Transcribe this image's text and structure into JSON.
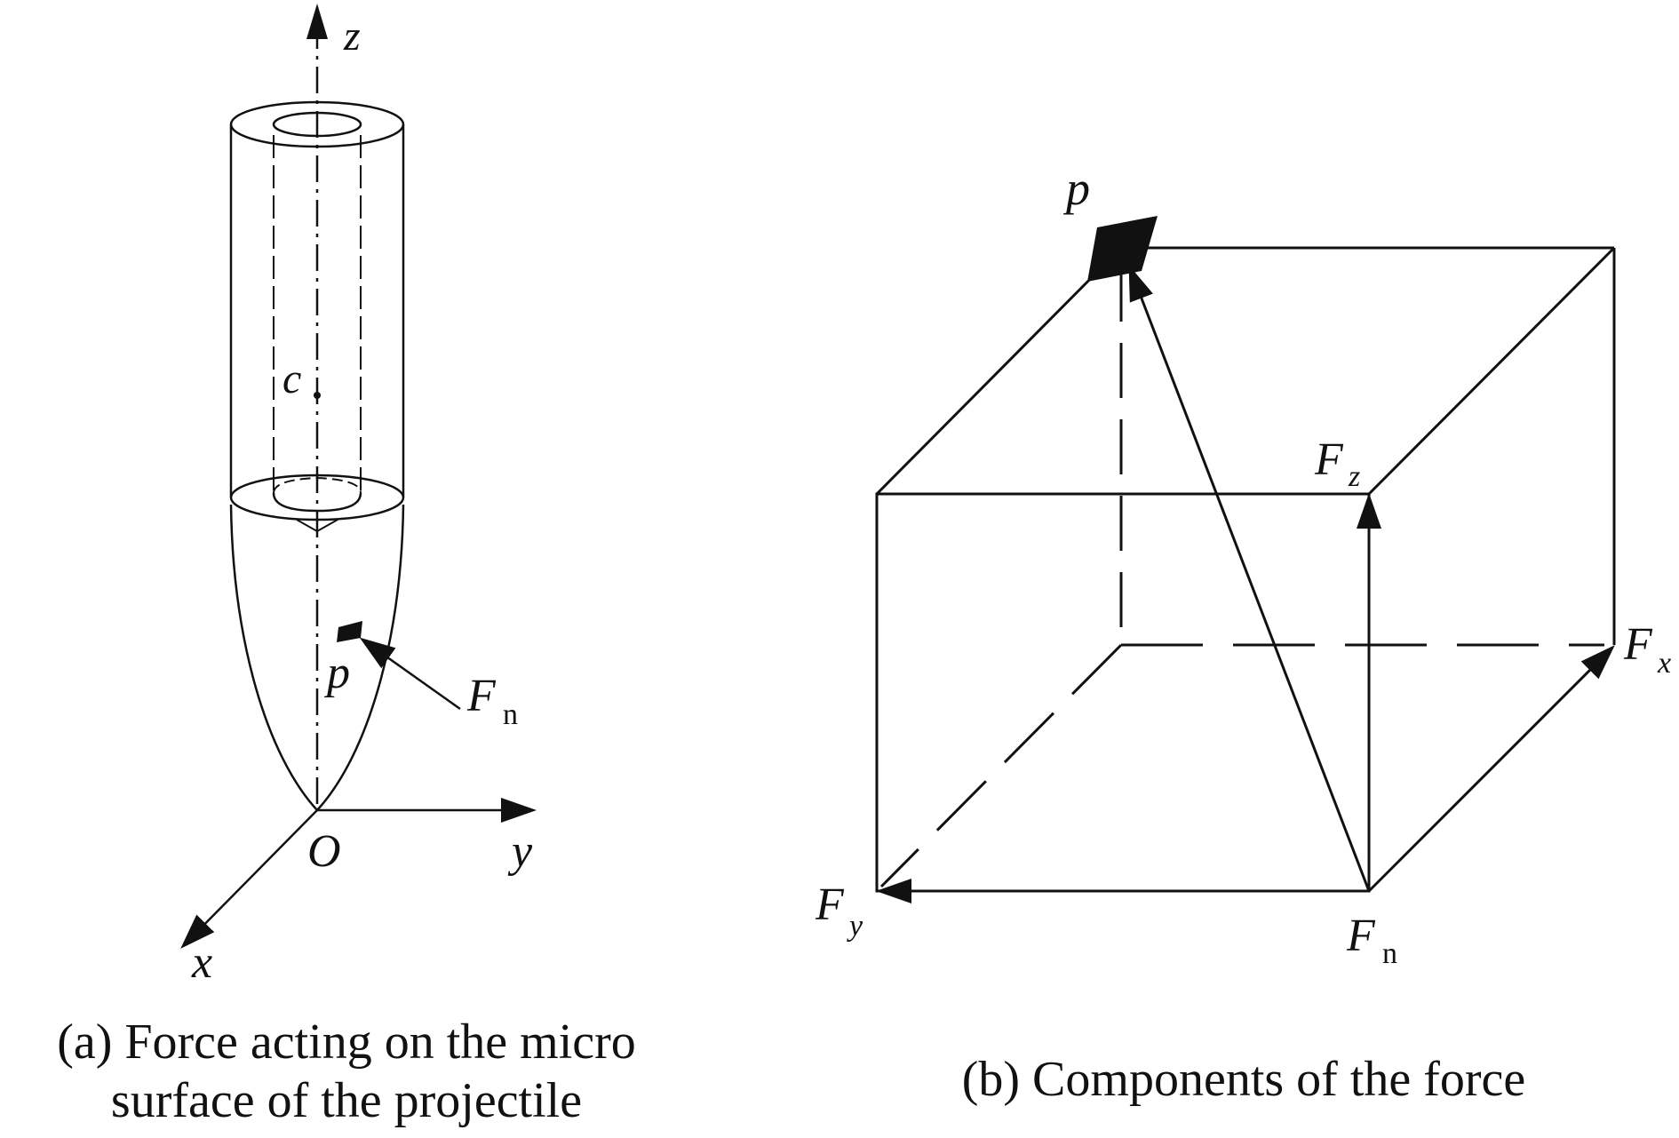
{
  "labels": {
    "a": {
      "z": "z",
      "c": "c",
      "p": "p",
      "F": "F",
      "n": "n",
      "O": "O",
      "y": "y",
      "x": "x"
    },
    "b": {
      "p": "p",
      "Fz_F": "F",
      "Fz_sub": "z",
      "Fx_F": "F",
      "Fx_sub": "x",
      "Fy_F": "F",
      "Fy_sub": "y",
      "Fn_F": "F",
      "Fn_sub": "n"
    }
  },
  "captions": {
    "a_line1": "(a) Force acting on the micro",
    "a_line2": "surface of the projectile",
    "b": "(b) Components of the force"
  },
  "colors": {
    "ink": "#111111",
    "background": "#ffffff"
  }
}
